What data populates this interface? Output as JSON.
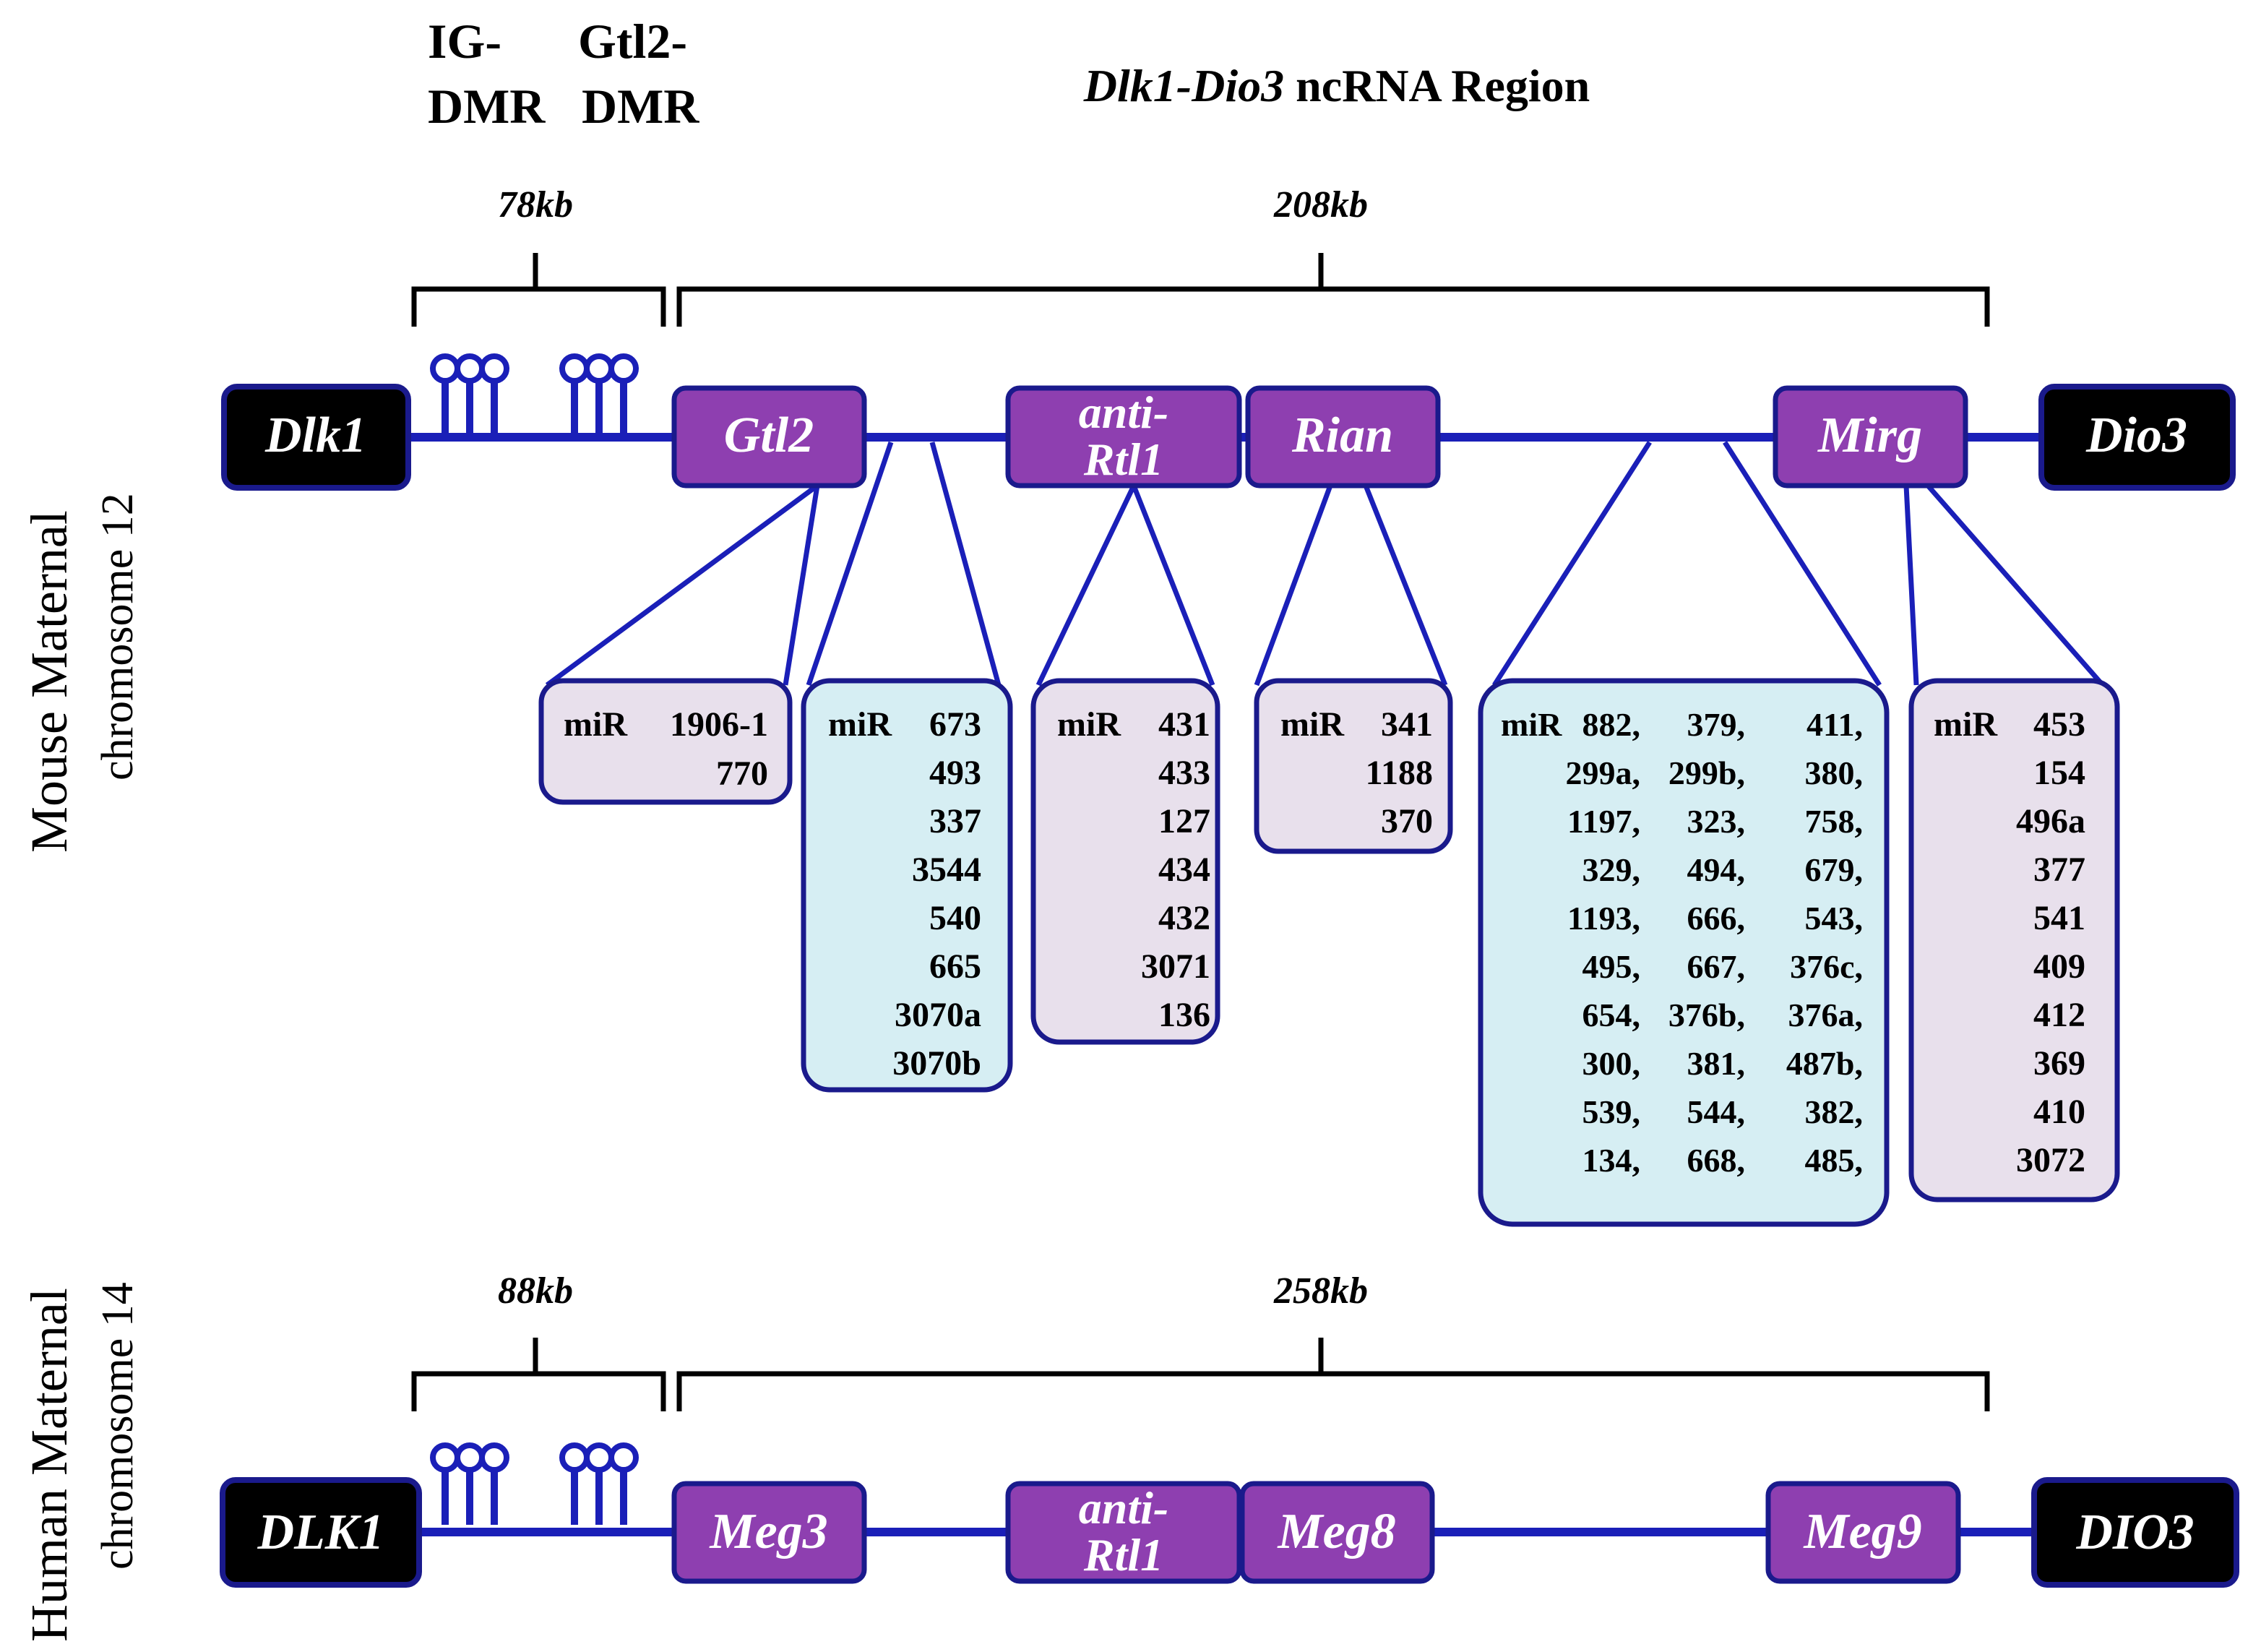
{
  "header": {
    "dmr_left_line1": "IG-",
    "dmr_left_line2": "DMR",
    "dmr_right_line1": "Gtl2-",
    "dmr_right_line2": "DMR",
    "region_title_italic": "Dlk1-Dio3",
    "region_title_rest": " ncRNA Region"
  },
  "mouse": {
    "side_label_line1": "Mouse Maternal",
    "side_label_line2": "chromosome 12",
    "span_left": "78kb",
    "span_right": "208kb",
    "genes": {
      "dlk1": "Dlk1",
      "gtl2": "Gtl2",
      "anti_rtl1_line1": "anti-",
      "anti_rtl1_line2": "Rtl1",
      "rian": "Rian",
      "mirg": "Mirg",
      "dio3": "Dio3"
    },
    "mirna_clusters": {
      "gtl2": {
        "prefix": "miR",
        "items": [
          "1906-1",
          "770"
        ]
      },
      "gtl2_downstream": {
        "prefix": "miR",
        "items": [
          "673",
          "493",
          "337",
          "3544",
          "540",
          "665",
          "3070a",
          "3070b"
        ]
      },
      "anti_rtl1": {
        "prefix": "miR",
        "items": [
          "431",
          "433",
          "127",
          "434",
          "432",
          "3071",
          "136"
        ]
      },
      "rian": {
        "prefix": "miR",
        "items": [
          "341",
          "1188",
          "370"
        ]
      },
      "rian_mirg": {
        "prefix": "miR",
        "rows": [
          [
            "882,",
            "379,",
            "411,"
          ],
          [
            "299a,",
            "299b,",
            "380,"
          ],
          [
            "1197,",
            "323,",
            "758,"
          ],
          [
            "329,",
            "494,",
            "679,"
          ],
          [
            "1193,",
            "666,",
            "543,"
          ],
          [
            "495,",
            "667,",
            "376c,"
          ],
          [
            "654,",
            "376b,",
            "376a,"
          ],
          [
            "300,",
            "381,",
            "487b,"
          ],
          [
            "539,",
            "544,",
            "382,"
          ],
          [
            "134,",
            "668,",
            "485,"
          ]
        ]
      },
      "mirg": {
        "prefix": "miR",
        "items": [
          "453",
          "154",
          "496a",
          "377",
          "541",
          "409",
          "412",
          "369",
          "410",
          "3072"
        ]
      }
    }
  },
  "human": {
    "side_label_line1": "Human Maternal",
    "side_label_line2": "chromosome 14",
    "span_left": "88kb",
    "span_right": "258kb",
    "genes": {
      "dlk1": "DLK1",
      "meg3": "Meg3",
      "anti_rtl1_line1": "anti-",
      "anti_rtl1_line2": "Rtl1",
      "meg8": "Meg8",
      "meg9": "Meg9",
      "dio3": "DIO3"
    }
  },
  "colors": {
    "chromosome_line": "#1a1fb8",
    "box_border": "#1a1a8c",
    "gene_purple": "#8e3fb0",
    "end_gene_black": "#000000",
    "mirna_lavender": "#e8e0ec",
    "mirna_cyan": "#d6eef3"
  },
  "icons": {
    "methylation_marker": "lollipop-methyl-icon"
  }
}
